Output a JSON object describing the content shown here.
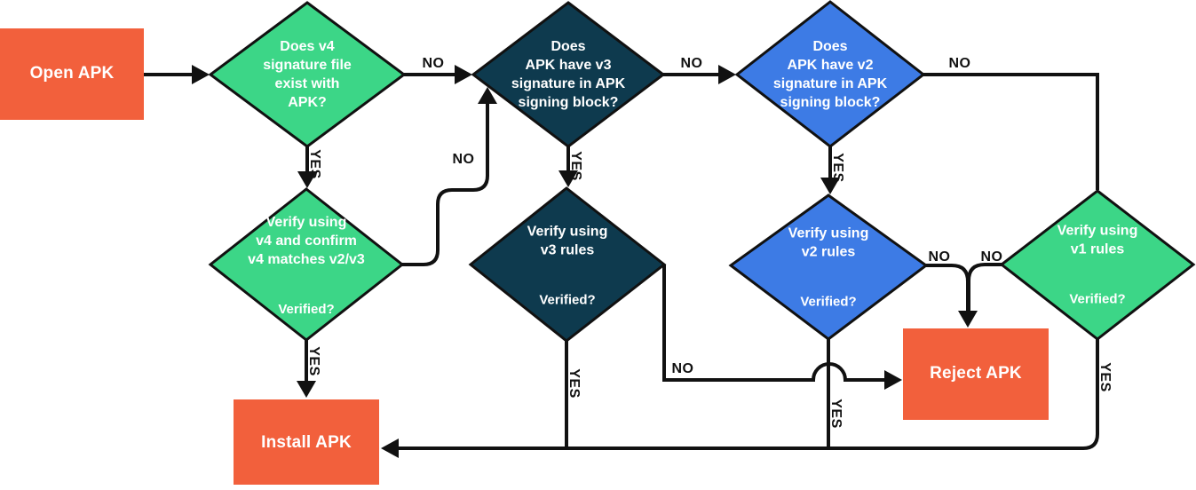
{
  "colors": {
    "orange": "#F2603C",
    "green": "#3CD687",
    "navy": "#0E3A4E",
    "blue": "#3D7BE5",
    "line": "#111111"
  },
  "nodes": {
    "open": {
      "label": "Open APK"
    },
    "v4_exists": {
      "text": "Does v4\nsignature file\nexist with\nAPK?"
    },
    "v3_sig": {
      "text": "Does\nAPK have v3\nsignature in APK\nsigning block?"
    },
    "v2_sig": {
      "text": "Does\nAPK have v2\nsignature in APK\nsigning block?"
    },
    "v4_verify": {
      "text": "Verify using\nv4 and confirm\nv4 matches v2/v3",
      "question": "Verified?"
    },
    "v3_verify": {
      "text": "Verify using\nv3 rules",
      "question": "Verified?"
    },
    "v2_verify": {
      "text": "Verify using\nv2 rules",
      "question": "Verified?"
    },
    "v1_verify": {
      "text": "Verify using\nv1 rules",
      "question": "Verified?"
    },
    "reject": {
      "label": "Reject APK"
    },
    "install": {
      "label": "Install APK"
    }
  },
  "labels": {
    "no_v4exists_to_v3sig": "NO",
    "no_v3sig_to_v2sig": "NO",
    "no_v2sig_to_v1verify": "NO",
    "no_v4verify_to_v3sig": "NO",
    "no_v3verify_to_reject": "NO",
    "no_v2verify_to_reject": "NO",
    "no_v1verify_to_reject": "NO",
    "yes_v4exists_to_v4verify": "YES",
    "yes_v3sig_to_v3verify": "YES",
    "yes_v2sig_to_v2verify": "YES",
    "yes_v4verify_to_install": "YES",
    "yes_v3verify_to_install": "YES",
    "yes_v2verify_to_install": "YES",
    "yes_v1verify_to_install": "YES"
  }
}
